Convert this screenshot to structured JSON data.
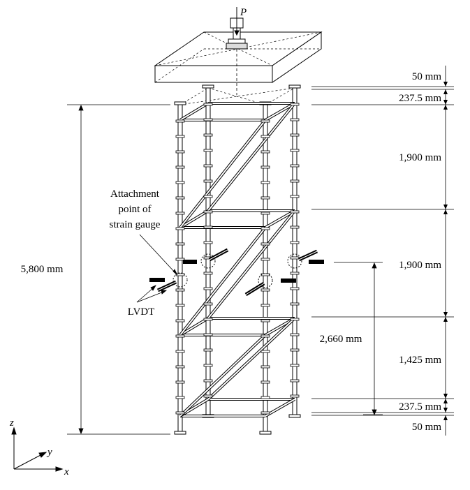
{
  "diagram": {
    "load_label": "P",
    "annotations": {
      "attachment_line1": "Attachment",
      "attachment_line2": "point of",
      "attachment_line3": "strain gauge",
      "lvdt": "LVDT"
    },
    "dimensions": {
      "total_height": "5,800 mm",
      "lvdt_height": "2,660 mm",
      "right": [
        "50 mm",
        "237.5 mm",
        "1,900 mm",
        "1,900 mm",
        "1,425 mm",
        "237.5 mm",
        "50 mm"
      ]
    },
    "axes": {
      "z": "z",
      "y": "y",
      "x": "x"
    }
  }
}
